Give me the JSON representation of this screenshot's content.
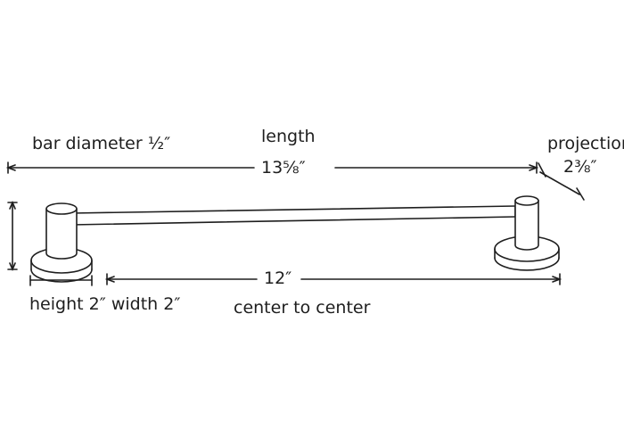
{
  "labels": {
    "bar_diameter": "bar diameter ½″",
    "length_title": "length",
    "length_value": "13⅝″",
    "projection_title": "projection",
    "projection_value": "2⅜″",
    "height_width": "height 2″ width 2″",
    "center_value": "12″",
    "center_caption": "center to center"
  },
  "colors": {
    "line": "#1e1e1e",
    "background": "#ffffff"
  }
}
